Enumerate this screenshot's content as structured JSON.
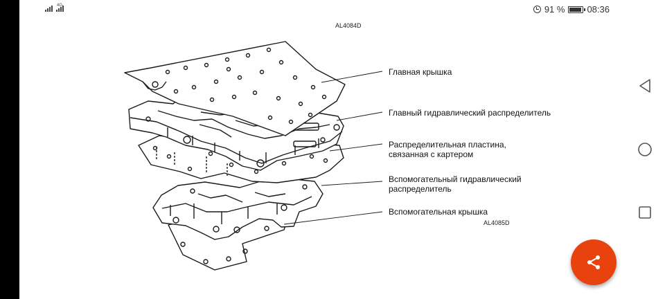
{
  "status_bar": {
    "network": "4G",
    "battery": "91 %",
    "time": "08:36",
    "icons": [
      "signal-icon",
      "alarm-icon",
      "battery-icon"
    ]
  },
  "figure": {
    "code_top": "AL4084D",
    "code_bottom": "AL4085D",
    "labels": {
      "main_cover": "Главная крышка",
      "main_valve": "Главный гидравлический распределитель",
      "plate_line1": "Распределительная пластина,",
      "plate_line2": "связанная с картером",
      "aux_valve_line1": "Вспомогательный гидравлический",
      "aux_valve_line2": "распределитель",
      "aux_cover": "Вспомогательная крышка"
    }
  },
  "navigation": {
    "buttons": [
      "back-icon",
      "home-icon",
      "recents-icon"
    ]
  },
  "fab": {
    "icon": "share-icon",
    "color": "#e8430f"
  }
}
